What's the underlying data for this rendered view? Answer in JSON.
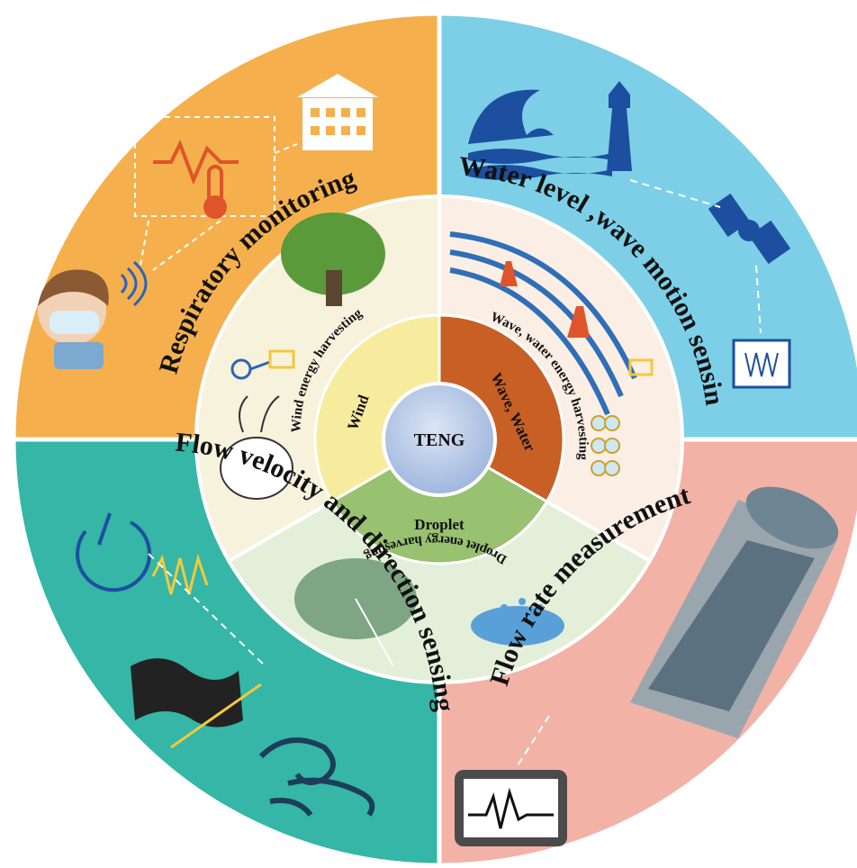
{
  "center": {
    "label": "TENG"
  },
  "sources": {
    "wind": "Wind",
    "wave_water": "Wave, Water",
    "droplet": "Droplet"
  },
  "harvesting": {
    "wind": "Wind energy harvesting",
    "wave_water": "Wave, water energy harvesting",
    "droplet": "Droplet energy harvesting"
  },
  "applications": {
    "respiratory": "Respiratory monitoring",
    "water_level": "Water level ,wave motion sensing",
    "flow_rate": "Flow rate measurement",
    "flow_velocity": "Flow velocity and direction sensing"
  },
  "colors": {
    "respiratory": "#f5b04d",
    "water_level": "#7ccfe6",
    "flow_rate": "#f3b2a6",
    "flow_velocity": "#35b6a6",
    "ring_wind": "#f6f2dc",
    "ring_wave": "#fbeee4",
    "ring_droplet": "#e3efd9",
    "core_wind": "#f7ec9e",
    "core_wave": "#c85f24",
    "core_droplet": "#98c170",
    "center": "#b6c9ea"
  }
}
